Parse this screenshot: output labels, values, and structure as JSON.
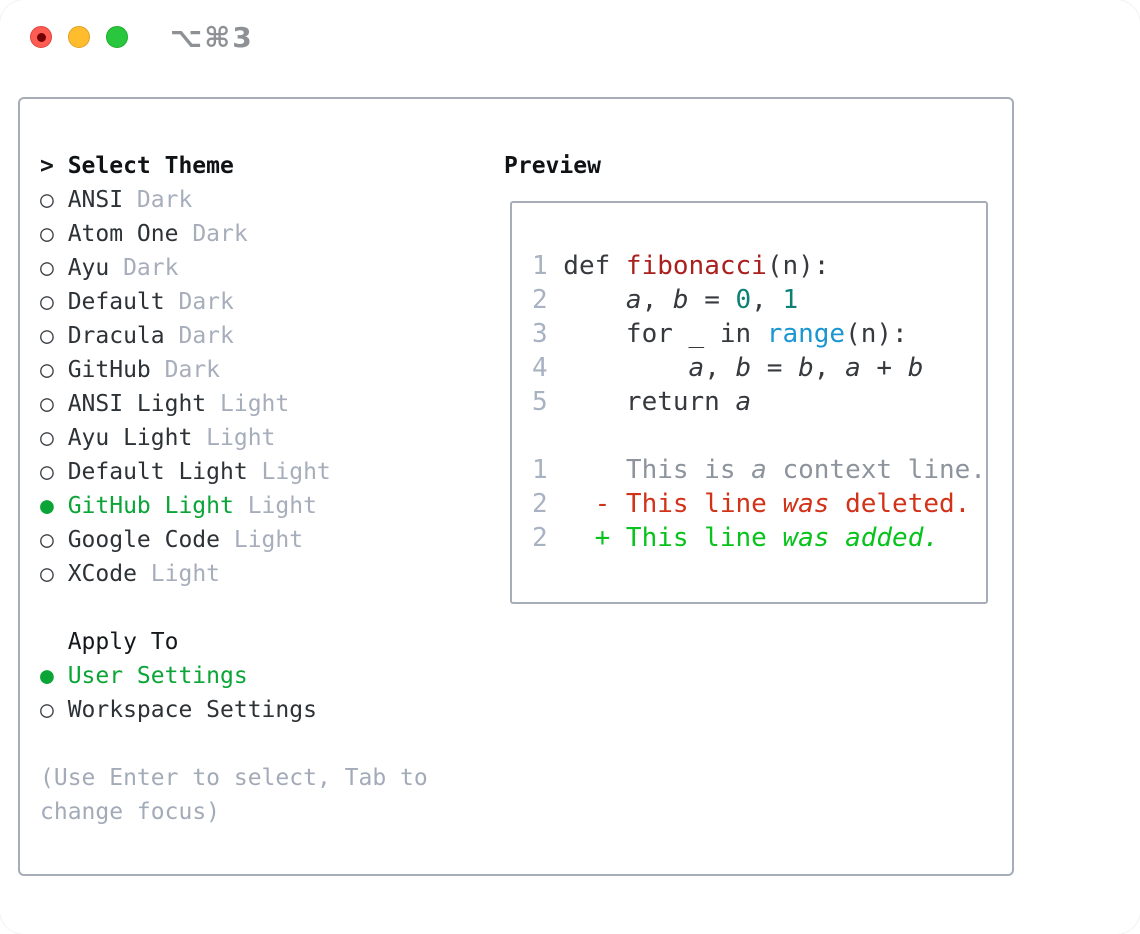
{
  "titlebar": {
    "shortcut_label": "⌥⌘3"
  },
  "colors": {
    "accent_green": "#0aa536",
    "added_green": "#07c31b",
    "deleted_red": "#d13218",
    "func_red": "#aa201e",
    "num_teal": "#0c8174",
    "builtin_blue": "#1b96d2",
    "text_dark": "#2d3236",
    "code_dark": "#36393d",
    "tag_gray": "#a7aebb",
    "hint_gray": "#a3abb8",
    "context_gray": "#8d949d",
    "linenum_gray": "#a8b2c2",
    "border_gray": "#a6adb8",
    "title_gray": "#8d9094"
  },
  "theme_panel": {
    "cursor": ">",
    "header": "Select Theme",
    "radio_unselected": "○",
    "radio_selected": "●",
    "themes": [
      {
        "label": "ANSI",
        "tag": "Dark",
        "selected": false
      },
      {
        "label": "Atom One",
        "tag": "Dark",
        "selected": false
      },
      {
        "label": "Ayu",
        "tag": "Dark",
        "selected": false
      },
      {
        "label": "Default",
        "tag": "Dark",
        "selected": false
      },
      {
        "label": "Dracula",
        "tag": "Dark",
        "selected": false
      },
      {
        "label": "GitHub",
        "tag": "Dark",
        "selected": false
      },
      {
        "label": "ANSI Light",
        "tag": "Light",
        "selected": false
      },
      {
        "label": "Ayu Light",
        "tag": "Light",
        "selected": false
      },
      {
        "label": "Default Light",
        "tag": "Light",
        "selected": false
      },
      {
        "label": "GitHub Light",
        "tag": "Light",
        "selected": true
      },
      {
        "label": "Google Code",
        "tag": "Light",
        "selected": false
      },
      {
        "label": "XCode",
        "tag": "Light",
        "selected": false
      }
    ],
    "apply_to": {
      "header": "Apply To",
      "options": [
        {
          "label": "User Settings",
          "selected": true
        },
        {
          "label": "Workspace Settings",
          "selected": false
        }
      ]
    },
    "hint": "(Use Enter to select, Tab to change focus)"
  },
  "preview": {
    "header": "Preview",
    "lines": [
      {
        "num": "1",
        "tokens": [
          {
            "t": "def ",
            "c": "code"
          },
          {
            "t": "fibonacci",
            "c": "func"
          },
          {
            "t": "(n):",
            "c": "code"
          }
        ]
      },
      {
        "num": "2",
        "tokens": [
          {
            "t": "    ",
            "c": "code"
          },
          {
            "t": "a",
            "c": "code",
            "i": true
          },
          {
            "t": ", ",
            "c": "code"
          },
          {
            "t": "b",
            "c": "code",
            "i": true
          },
          {
            "t": " = ",
            "c": "code"
          },
          {
            "t": "0",
            "c": "number"
          },
          {
            "t": ", ",
            "c": "code"
          },
          {
            "t": "1",
            "c": "number"
          }
        ]
      },
      {
        "num": "3",
        "tokens": [
          {
            "t": "    for _ in ",
            "c": "code"
          },
          {
            "t": "range",
            "c": "builtin"
          },
          {
            "t": "(n):",
            "c": "code"
          }
        ]
      },
      {
        "num": "4",
        "tokens": [
          {
            "t": "        ",
            "c": "code"
          },
          {
            "t": "a",
            "c": "code",
            "i": true
          },
          {
            "t": ", ",
            "c": "code"
          },
          {
            "t": "b",
            "c": "code",
            "i": true
          },
          {
            "t": " = ",
            "c": "code"
          },
          {
            "t": "b",
            "c": "code",
            "i": true
          },
          {
            "t": ", ",
            "c": "code"
          },
          {
            "t": "a",
            "c": "code",
            "i": true
          },
          {
            "t": " + ",
            "c": "code"
          },
          {
            "t": "b",
            "c": "code",
            "i": true
          }
        ]
      },
      {
        "num": "5",
        "tokens": [
          {
            "t": "    return ",
            "c": "code"
          },
          {
            "t": "a",
            "c": "code",
            "i": true
          }
        ]
      },
      {
        "num": "",
        "tokens": []
      },
      {
        "num": "1",
        "tokens": [
          {
            "t": "    This is ",
            "c": "context"
          },
          {
            "t": "a",
            "c": "context",
            "i": true
          },
          {
            "t": " context line.",
            "c": "context"
          }
        ]
      },
      {
        "num": "2",
        "tokens": [
          {
            "t": "  - This line ",
            "c": "deleted"
          },
          {
            "t": "was",
            "c": "deleted",
            "i": true
          },
          {
            "t": " deleted.",
            "c": "deleted"
          }
        ]
      },
      {
        "num": "2",
        "tokens": [
          {
            "t": "  + This line ",
            "c": "added"
          },
          {
            "t": "was",
            "c": "added",
            "i": true
          },
          {
            "t": " ",
            "c": "added"
          },
          {
            "t": "added.",
            "c": "added",
            "i": true
          }
        ]
      }
    ]
  }
}
